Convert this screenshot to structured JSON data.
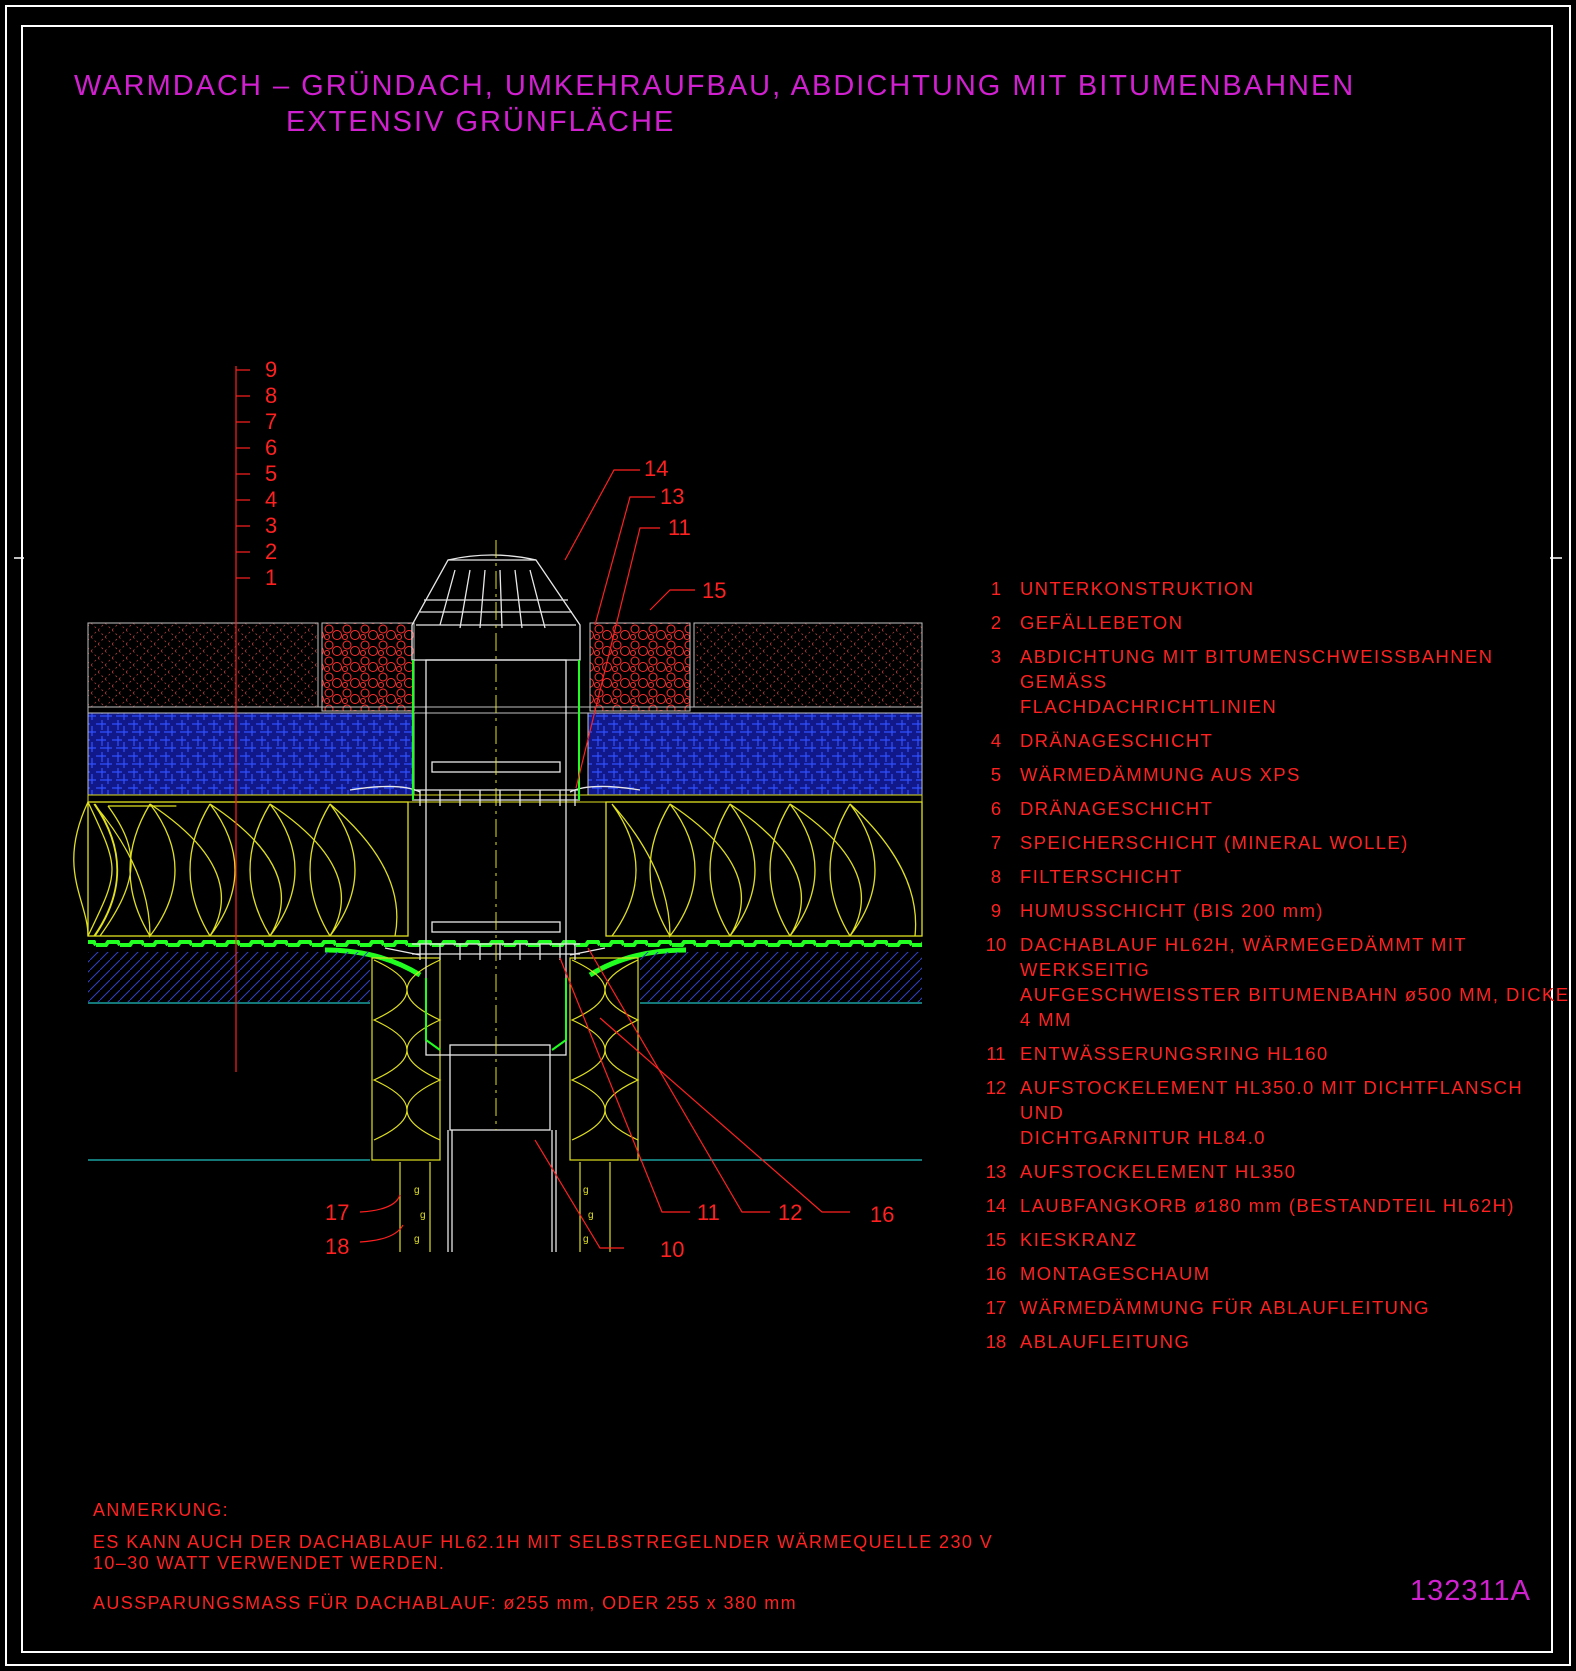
{
  "title": {
    "line1": "WARMDACH – GRÜNDACH, UMKEHRAUFBAU, ABDICHTUNG MIT BITUMENBAHNEN",
    "line2": "EXTENSIV GRÜNFLÄCHE"
  },
  "scale_numbers": [
    "9",
    "8",
    "7",
    "6",
    "5",
    "4",
    "3",
    "2",
    "1"
  ],
  "callouts": {
    "c14": "14",
    "c13": "13",
    "c11_top": "11",
    "c15": "15",
    "c17": "17",
    "c18": "18",
    "c10": "10",
    "c11_bottom": "11",
    "c12": "12",
    "c16": "16"
  },
  "legend": [
    {
      "num": "1",
      "text": "UNTERKONSTRUKTION"
    },
    {
      "num": "2",
      "text": "GEFÄLLEBETON"
    },
    {
      "num": "3",
      "text": "ABDICHTUNG MIT BITUMENSCHWEISSBAHNEN GEMÄSS\nFLACHDACHRICHTLINIEN"
    },
    {
      "num": "4",
      "text": "DRÄNAGESCHICHT"
    },
    {
      "num": "5",
      "text": "WÄRMEDÄMMUNG AUS XPS"
    },
    {
      "num": "6",
      "text": "DRÄNAGESCHICHT"
    },
    {
      "num": "7",
      "text": "SPEICHERSCHICHT (MINERAL WOLLE)"
    },
    {
      "num": "8",
      "text": "FILTERSCHICHT"
    },
    {
      "num": "9",
      "text": "HUMUSSCHICHT (BIS 200 mm)"
    },
    {
      "num": "10",
      "text": "DACHABLAUF HL62H, WÄRMEGEDÄMMT MIT WERKSEITIG\nAUFGESCHWEISSTER BITUMENBAHN ø500 MM, DICKE 4 MM"
    },
    {
      "num": "11",
      "text": "ENTWÄSSERUNGSRING HL160"
    },
    {
      "num": "12",
      "text": "AUFSTOCKELEMENT HL350.0 MIT DICHTFLANSCH UND\nDICHTGARNITUR HL84.0"
    },
    {
      "num": "13",
      "text": "AUFSTOCKELEMENT HL350"
    },
    {
      "num": "14",
      "text": "LAUBFANGKORB ø180 mm (BESTANDTEIL HL62H)"
    },
    {
      "num": "15",
      "text": "KIESKRANZ"
    },
    {
      "num": "16",
      "text": "MONTAGESCHAUM"
    },
    {
      "num": "17",
      "text": "WÄRMEDÄMMUNG FÜR ABLAUFLEITUNG"
    },
    {
      "num": "18",
      "text": "ABLAUFLEITUNG"
    }
  ],
  "notes": {
    "heading": "ANMERKUNG:",
    "text1": "ES KANN AUCH DER DACHABLAUF HL62.1H MIT SELBSTREGELNDER WÄRMEQUELLE 230 V\n10–30 WATT VERWENDET WERDEN.",
    "text2": "AUSSPARUNGSMASS FÜR DACHABLAUF: ø255 mm, ODER 255 x 380 mm"
  },
  "drawing_number": "132311A",
  "colors": {
    "title": "#d020d0",
    "annotation": "#ff2020",
    "frame": "#ffffff",
    "insulation": "#e0e020",
    "xps": "#2030ff",
    "gravel": "#ff2020",
    "membrane": "#20ff20",
    "concrete": "#3040c0",
    "base_line": "#20c0c0"
  }
}
